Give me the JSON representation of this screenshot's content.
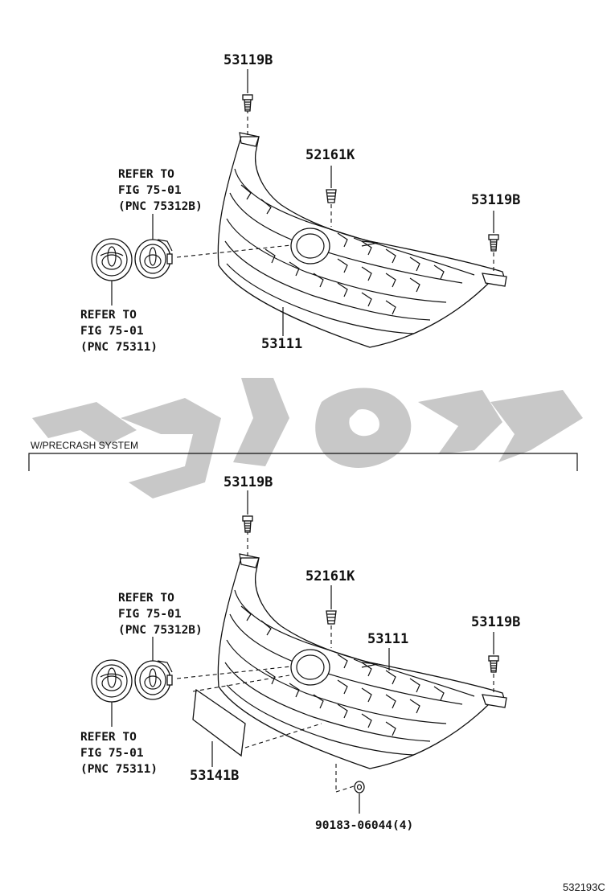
{
  "watermark": {
    "color": "#c8c8c8"
  },
  "section": {
    "label": "W/PRECRASH SYSTEM"
  },
  "top": {
    "bolt_top": "53119B",
    "clip": "52161K",
    "bolt_right": "53119B",
    "grille": "53111",
    "ref_emblem_back": [
      "REFER TO",
      "FIG 75-01",
      "(PNC 75312B)"
    ],
    "ref_emblem_front": [
      "REFER TO",
      "FIG 75-01",
      "(PNC 75311)"
    ]
  },
  "bottom": {
    "bolt_top": "53119B",
    "clip": "52161K",
    "bolt_right": "53119B",
    "grille": "53111",
    "cover": "53141B",
    "nut": "90183-06044(4)",
    "ref_emblem_back": [
      "REFER TO",
      "FIG 75-01",
      "(PNC 75312B)"
    ],
    "ref_emblem_front": [
      "REFER TO",
      "FIG 75-01",
      "(PNC 75311)"
    ]
  },
  "figure_code": "532193C"
}
